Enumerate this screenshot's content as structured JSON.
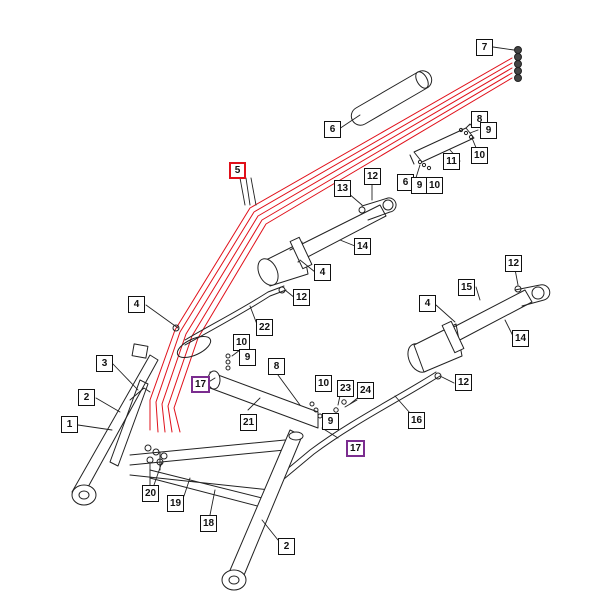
{
  "diagram": {
    "colors": {
      "line": "#222222",
      "hose": "#e0101a",
      "highlight_red": "#e0101a",
      "highlight_purple": "#7b2d8f"
    },
    "callouts": [
      {
        "id": "c7",
        "label": "7",
        "style": "normal"
      },
      {
        "id": "c6",
        "label": "6",
        "style": "normal"
      },
      {
        "id": "c8a",
        "label": "8",
        "style": "normal"
      },
      {
        "id": "c9a",
        "label": "9",
        "style": "normal"
      },
      {
        "id": "c10a",
        "label": "10",
        "style": "normal"
      },
      {
        "id": "c11",
        "label": "11",
        "style": "normal"
      },
      {
        "id": "c6b",
        "label": "6",
        "style": "normal"
      },
      {
        "id": "c9b",
        "label": "9",
        "style": "normal"
      },
      {
        "id": "c10b",
        "label": "10",
        "style": "normal"
      },
      {
        "id": "c5",
        "label": "5",
        "style": "red"
      },
      {
        "id": "c13",
        "label": "13",
        "style": "normal"
      },
      {
        "id": "c12a",
        "label": "12",
        "style": "normal"
      },
      {
        "id": "c14a",
        "label": "14",
        "style": "normal"
      },
      {
        "id": "c4a",
        "label": "4",
        "style": "normal"
      },
      {
        "id": "c12b",
        "label": "12",
        "style": "normal"
      },
      {
        "id": "c4b",
        "label": "4",
        "style": "normal"
      },
      {
        "id": "c22",
        "label": "22",
        "style": "normal"
      },
      {
        "id": "c12c",
        "label": "12",
        "style": "normal"
      },
      {
        "id": "c15",
        "label": "15",
        "style": "normal"
      },
      {
        "id": "c4c",
        "label": "4",
        "style": "normal"
      },
      {
        "id": "c14b",
        "label": "14",
        "style": "normal"
      },
      {
        "id": "c10c",
        "label": "10",
        "style": "normal"
      },
      {
        "id": "c9c",
        "label": "9",
        "style": "normal"
      },
      {
        "id": "c3",
        "label": "3",
        "style": "normal"
      },
      {
        "id": "c8b",
        "label": "8",
        "style": "normal"
      },
      {
        "id": "c17a",
        "label": "17",
        "style": "purple"
      },
      {
        "id": "c10d",
        "label": "10",
        "style": "normal"
      },
      {
        "id": "c23",
        "label": "23",
        "style": "normal"
      },
      {
        "id": "c24",
        "label": "24",
        "style": "normal"
      },
      {
        "id": "c12d",
        "label": "12",
        "style": "normal"
      },
      {
        "id": "c2a",
        "label": "2",
        "style": "normal"
      },
      {
        "id": "c21",
        "label": "21",
        "style": "normal"
      },
      {
        "id": "c9d",
        "label": "9",
        "style": "normal"
      },
      {
        "id": "c16",
        "label": "16",
        "style": "normal"
      },
      {
        "id": "c1",
        "label": "1",
        "style": "normal"
      },
      {
        "id": "c17b",
        "label": "17",
        "style": "purple"
      },
      {
        "id": "c20",
        "label": "20",
        "style": "normal"
      },
      {
        "id": "c19",
        "label": "19",
        "style": "normal"
      },
      {
        "id": "c18",
        "label": "18",
        "style": "normal"
      },
      {
        "id": "c2b",
        "label": "2",
        "style": "normal"
      }
    ]
  }
}
